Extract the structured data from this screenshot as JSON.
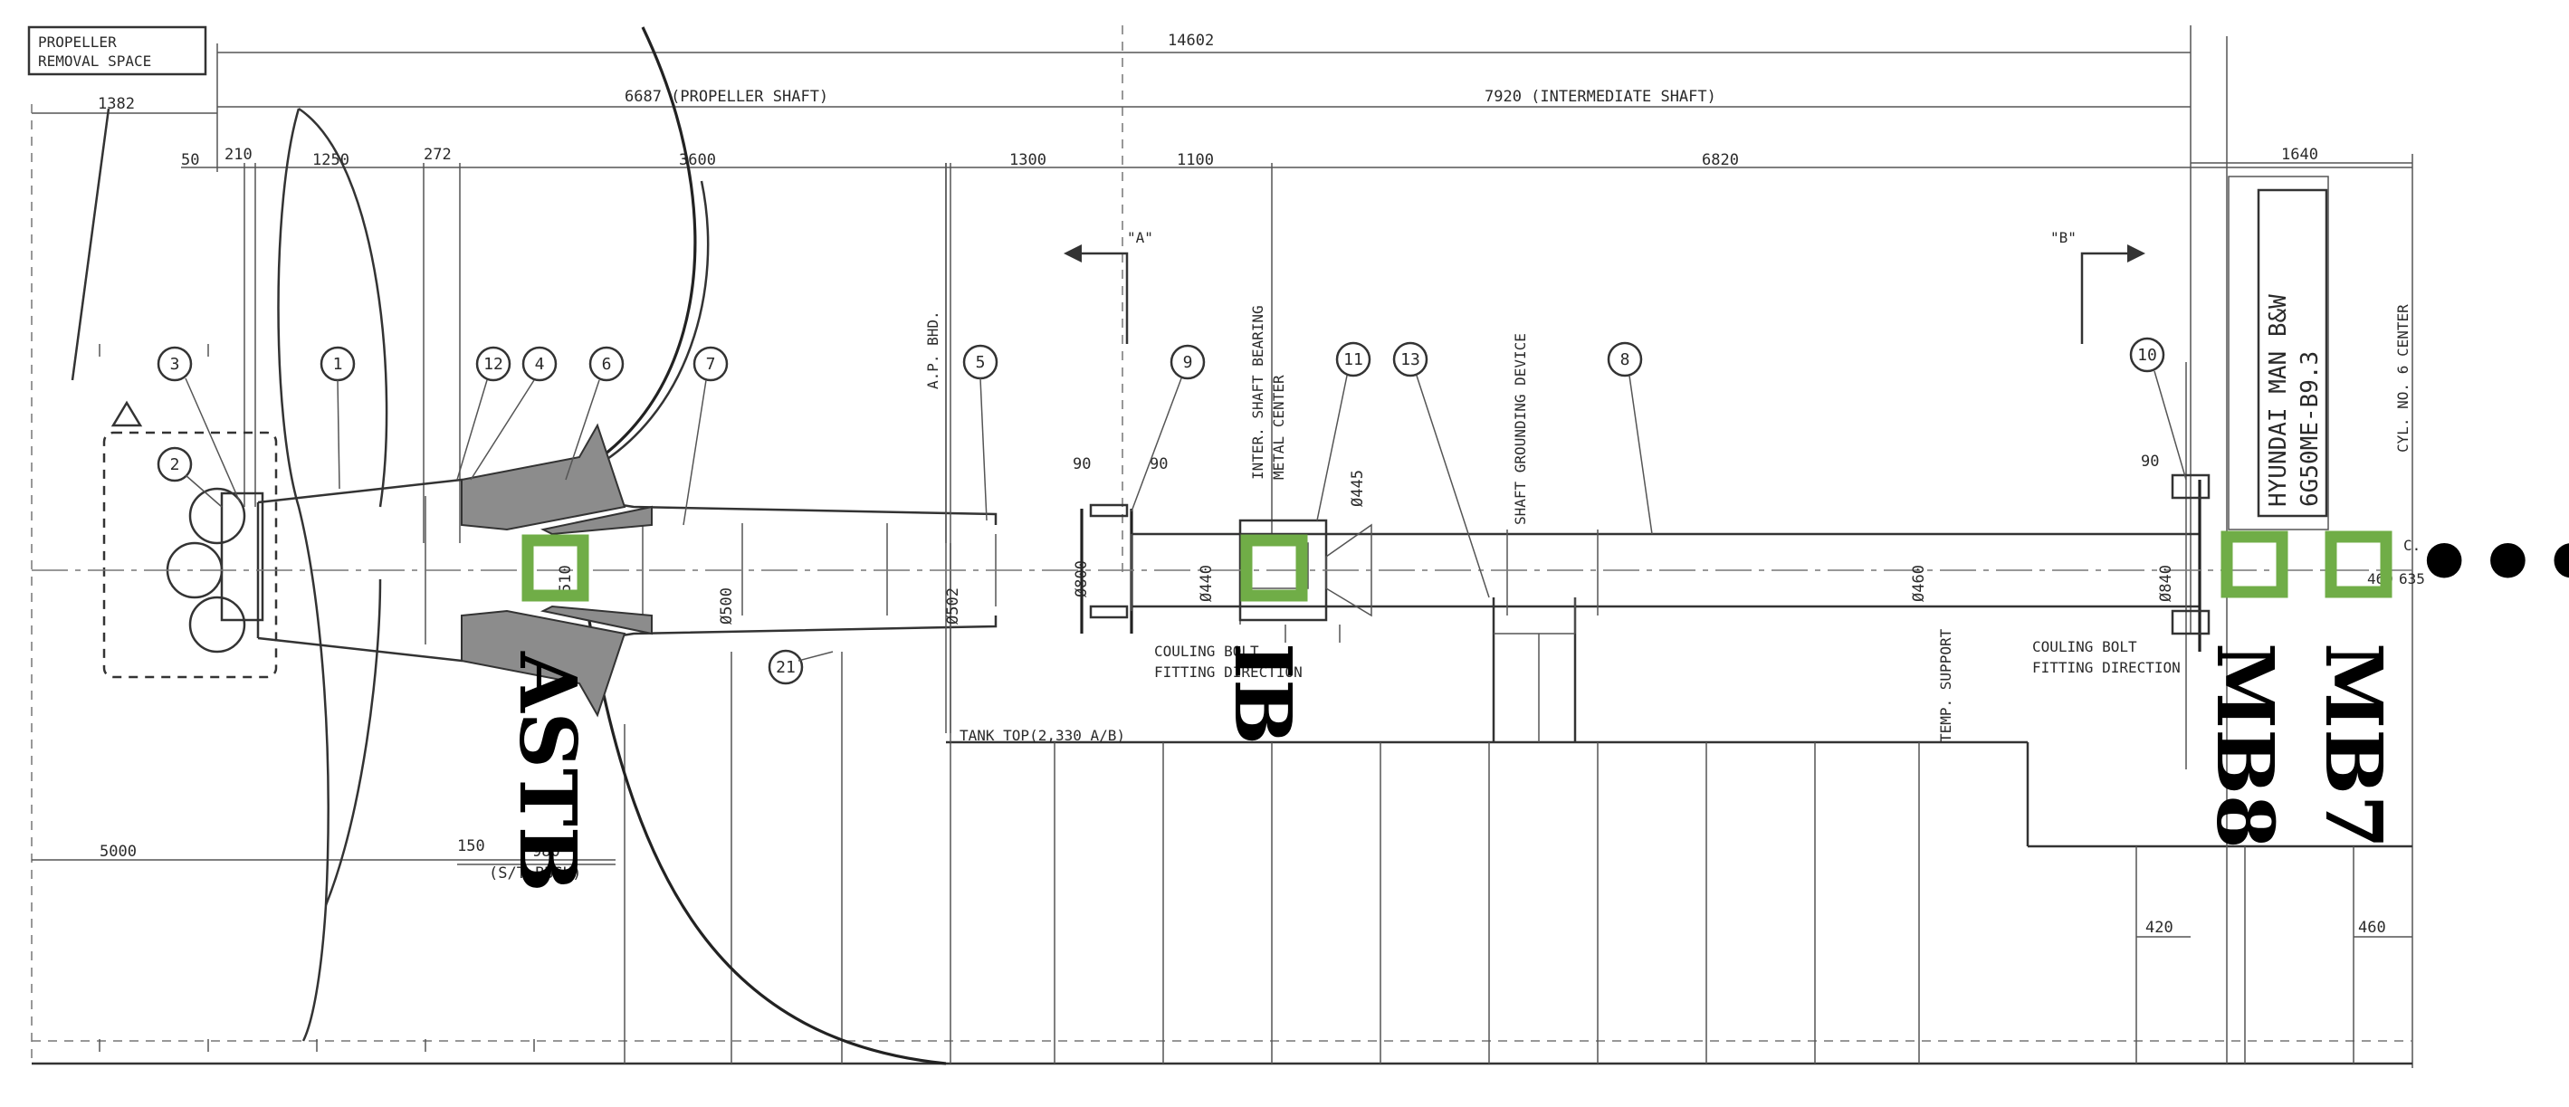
{
  "diagram": {
    "corner_note": [
      "PROPELLER",
      "REMOVAL SPACE"
    ],
    "dimensions": {
      "overall": "14602",
      "propeller_shaft": "6687 (PROPELLER SHAFT)",
      "intermediate_shaft": "7920 (INTERMEDIATE SHAFT)",
      "removal": "1382",
      "d50": "50",
      "d210": "210",
      "d1250": "1250",
      "d272": "272",
      "d3600": "3600",
      "d1300": "1300",
      "d1100": "1100",
      "d6820": "6820",
      "d1640": "1640",
      "d90a": "90",
      "d90b": "90",
      "d90c": "90",
      "d5000": "5000",
      "d150": "150",
      "d980": "980",
      "stbush": "(S/T BUSH)",
      "d420": "420",
      "d460": "460",
      "dia500": "Ø500",
      "dia502": "Ø502",
      "dia800": "Ø800",
      "dia440": "Ø440",
      "dia445": "Ø445",
      "dia460": "Ø460",
      "dia840": "Ø840",
      "dia510": "510"
    },
    "labels": {
      "ap_bhd": "A.P. BHD.",
      "inter_bearing_1": "INTER. SHAFT BEARING",
      "inter_bearing_2": "METAL CENTER",
      "grounding": "SHAFT GROUNDING DEVICE",
      "view_a": "\"A\"",
      "view_b": "\"B\"",
      "couling_1": "COULING BOLT",
      "couling_2": "FITTING DIRECTION",
      "couling_3": "COULING BOLT",
      "couling_4": "FITTING DIRECTION",
      "tank_top": "TANK TOP(2,330 A/B)",
      "temp_support": "TEMP. SUPPORT",
      "cyl_center": "CYL. NO. 6 CENTER",
      "engine_1": "HYUNDAI MAN B&W",
      "engine_2": "6G50ME-B9.3",
      "c_mark": "C.",
      "c_val": "635",
      "b1_val": "460"
    },
    "balloons": [
      "3",
      "1",
      "12",
      "4",
      "6",
      "7",
      "5",
      "9",
      "11",
      "13",
      "8",
      "10",
      "2",
      "21"
    ],
    "bearings": {
      "astb": "ASTB",
      "ib": "IB",
      "mb8": "MB8",
      "mb7": "MB7"
    },
    "ellipsis": "•••",
    "colors": {
      "marker": "#70ad47",
      "hatch": "#8c8c8c",
      "line": "#333333"
    }
  }
}
